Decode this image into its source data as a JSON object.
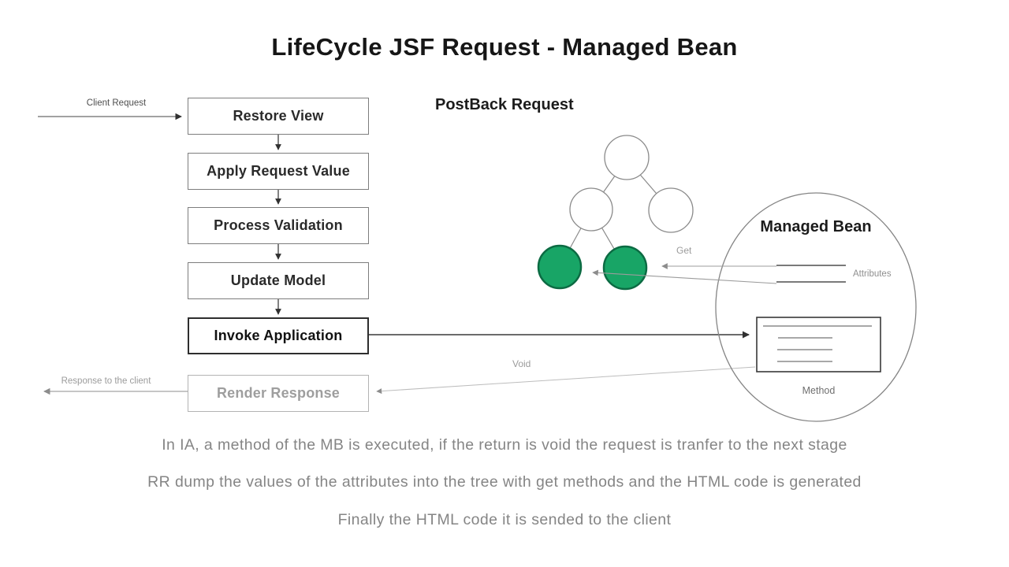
{
  "title": "LifeCycle JSF Request - Managed Bean",
  "flow": {
    "input_label": "Client Request",
    "output_label": "Response to the client",
    "steps": [
      {
        "label": "Restore View"
      },
      {
        "label": "Apply Request Value"
      },
      {
        "label": "Process Validation"
      },
      {
        "label": "Update Model"
      },
      {
        "label": "Invoke Application"
      },
      {
        "label": "Render Response"
      }
    ]
  },
  "postback": {
    "label": "PostBack Request"
  },
  "component_tree": {
    "total_nodes": 5,
    "highlighted_nodes": 2
  },
  "managed_bean": {
    "title": "Managed Bean",
    "attributes_label": "Attributes",
    "method_label": "Method",
    "get_arrow_label": "Get",
    "void_arrow_label": "Void"
  },
  "colors": {
    "node_highlight_fill": "#18a566",
    "node_highlight_border": "#0c6b43",
    "muted_gray": "#9b9b9b",
    "dark_ink": "#2a2a2a"
  },
  "notes": [
    "In IA, a method of the MB is executed, if the return is void the request is tranfer to the next stage",
    "RR dump the values of the attributes into the tree with get methods and the HTML code is generated",
    "Finally the HTML code it is sended to the client"
  ]
}
